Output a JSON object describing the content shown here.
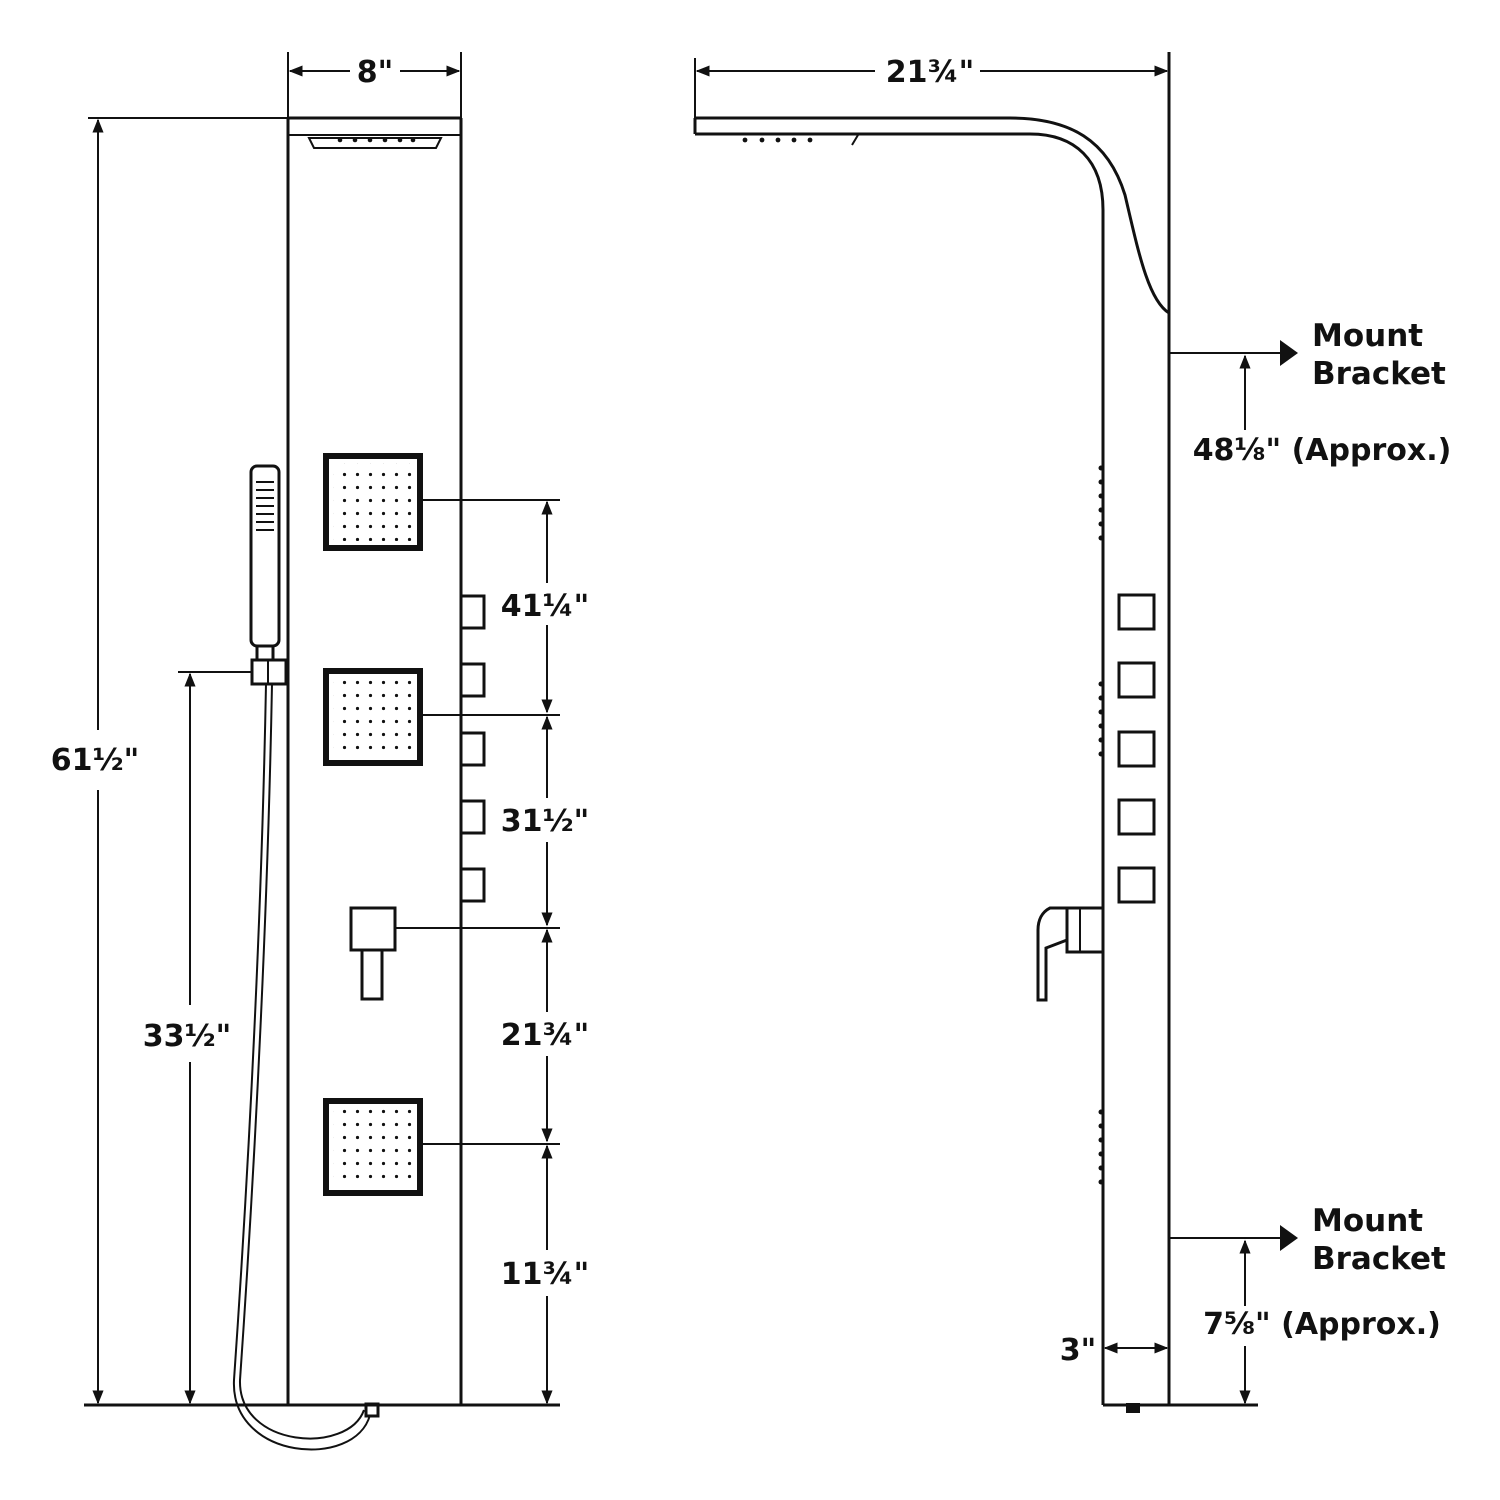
{
  "front_view": {
    "width_label": "8\"",
    "total_height_label": "61½\"",
    "handshower_height_label": "33½\"",
    "upper_jet_height_label": "41¼\"",
    "middle_jet_height_label": "31½\"",
    "valve_height_label": "21¾\"",
    "lower_jet_height_label": "11¾\""
  },
  "side_view": {
    "projection_label": "21¾\"",
    "depth_label": "3\"",
    "upper_bracket": {
      "title_line1": "Mount",
      "title_line2": "Bracket",
      "height_label": "48⅛\" (Approx.)"
    },
    "lower_bracket": {
      "title_line1": "Mount",
      "title_line2": "Bracket",
      "height_label": "7⅝\" (Approx.)"
    }
  },
  "colors": {
    "line": "#111111",
    "background": "#ffffff"
  }
}
